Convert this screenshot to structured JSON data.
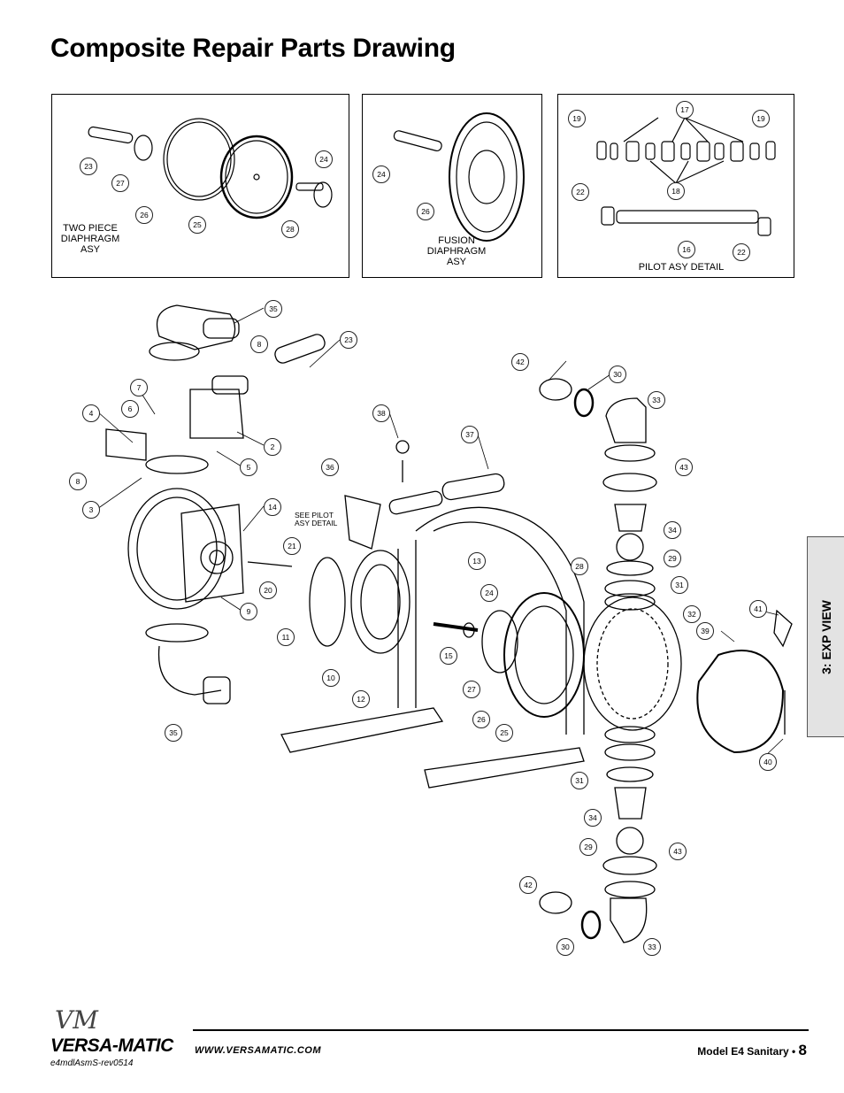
{
  "page": {
    "title": "Composite Repair Parts Drawing",
    "side_tab": "3: EXP VIEW",
    "footer_url": "WWW.VERSAMATIC.COM",
    "footer_model": "Model E4 Sanitary • ",
    "page_number": "8",
    "doc_id": "e4mdlAsmS-rev0514",
    "logo": "VERSA-MATIC",
    "logo_mark": "VM"
  },
  "insets": [
    {
      "caption": "TWO PIECE\nDIAPHRAGM\nASY",
      "callouts": [
        "23",
        "27",
        "26",
        "25",
        "24",
        "28"
      ]
    },
    {
      "caption": "FUSION\nDIAPHRAGM\nASY",
      "callouts": [
        "24",
        "26"
      ]
    },
    {
      "caption": "PILOT ASY DETAIL",
      "callouts": [
        "19",
        "17",
        "19",
        "22",
        "18",
        "16",
        "22"
      ]
    }
  ],
  "main_note": "SEE PILOT\nASY DETAIL",
  "main_callouts": [
    "35",
    "8",
    "23",
    "7",
    "6",
    "4",
    "2",
    "8",
    "5",
    "3",
    "14",
    "35",
    "9",
    "20",
    "21",
    "11",
    "10",
    "12",
    "13",
    "24",
    "15",
    "36",
    "37",
    "38",
    "42",
    "30",
    "33",
    "43",
    "34",
    "29",
    "31",
    "28",
    "32",
    "41",
    "39",
    "27",
    "26",
    "25",
    "31",
    "34",
    "29",
    "43",
    "42",
    "30",
    "33",
    "40"
  ]
}
